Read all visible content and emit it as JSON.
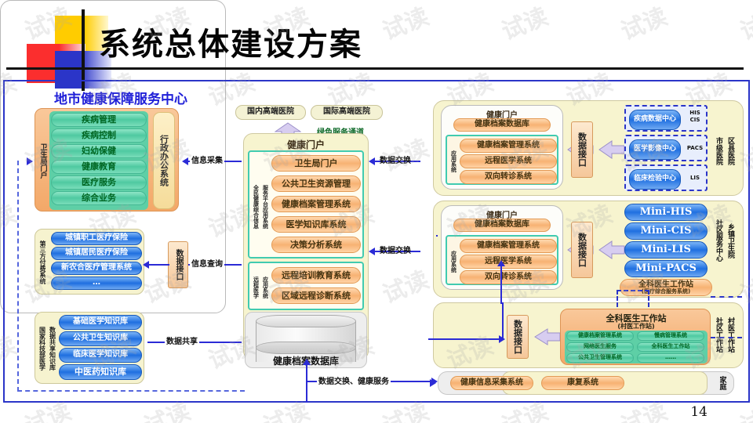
{
  "page": {
    "title": "系统总体建设方案",
    "number": "14",
    "watermark": "试读"
  },
  "center_heading": "地市健康保障服务中心",
  "left": {
    "health_bureau": {
      "vlabel": "卫生局门户",
      "side_label": "行政办公系统",
      "items": [
        "疾病管理",
        "疾病控制",
        "妇幼保健",
        "健康教育",
        "医疗服务",
        "综合业务"
      ]
    },
    "third_party": {
      "vlabel": "第三方付费系统",
      "items": [
        "城镇职工医疗保险",
        "城镇居民医疗保险",
        "新农合医疗管理系统",
        "…"
      ]
    },
    "knowledge": {
      "vlabel_col1": "国家科技部医学",
      "vlabel_col2": "数据共享知识库",
      "items": [
        "基础医学知识库",
        "公共卫生知识库",
        "临床医学知识库",
        "中医药知识库"
      ]
    }
  },
  "top_hospitals": {
    "domestic": "国内高端医院",
    "international": "国际高端医院",
    "green_channel": "绿色服务通道"
  },
  "center": {
    "portal_title": "健康门户",
    "group1_vlabel_col1": "全民健康综合信息",
    "group1_vlabel_col2": "服务平台应用系统",
    "group1_items": [
      "卫生局门户",
      "公共卫生资源管理",
      "健康档案管理系统",
      "医学知识库系统",
      "决策分析系统"
    ],
    "group2_vlabel_col1": "远程医学",
    "group2_vlabel_col2": "应用系统",
    "group2_items": [
      "远程培训教育系统",
      "区域远程诊断系统"
    ],
    "database_label": "健康档案数据库"
  },
  "arrows": {
    "info_collect": "信息采集",
    "info_query": "信息查询",
    "data_share": "数据共享",
    "data_exchange_1": "数据交换",
    "data_exchange_2": "数据交换",
    "data_exchange_3": "数据交换",
    "bottom": "数据交换、健康服务"
  },
  "right_tier1": {
    "portal_title": "健康门户",
    "db_label": "健康档案数据库",
    "app_vlabel": "应用系统",
    "apps": [
      "健康档案管理系统",
      "远程医学系统",
      "双向转诊系统"
    ],
    "interface_label": "数据接口",
    "centers": [
      {
        "name": "疾病数据中心",
        "tag": "HIS\nCIS"
      },
      {
        "name": "医学影像中心",
        "tag": "PACS"
      },
      {
        "name": "临床检验中心",
        "tag": "LIS"
      }
    ],
    "side_vlabel_col1": "市级医院",
    "side_vlabel_col2": "区县医院"
  },
  "right_tier2": {
    "portal_title": "健康门户",
    "db_label": "健康档案数据库",
    "app_vlabel": "应用系统",
    "apps": [
      "健康档案管理系统",
      "远程医学系统",
      "双向转诊系统"
    ],
    "interface_label": "数据接口",
    "minis": [
      "Mini-HIS",
      "Mini-CIS",
      "Mini-LIS",
      "Mini-PACS"
    ],
    "gp_station": "全科医生工作站",
    "gp_station_sub": "(医疗综合服务系统)",
    "side_vlabel_col1": "社区服务中心",
    "side_vlabel_col2": "乡镇卫生院"
  },
  "right_tier3": {
    "interface_label": "数据接口",
    "station_title": "全科医生工作站",
    "station_sub": "(村医工作站)",
    "items": [
      "健康档案管理系统",
      "慢病管理系统",
      "网络医生服务",
      "全科医生工作站",
      "公共卫生管理系统",
      "……"
    ],
    "side_vlabel_col1": "社区工作站",
    "side_vlabel_col2": "村医工作站"
  },
  "bottom_bar": {
    "items": [
      "健康信息采集系统",
      "康复系统"
    ],
    "side_vlabel": "家庭"
  },
  "colors": {
    "accent_blue": "#2b35c8",
    "title_text": "#050505",
    "heading_blue": "#2020d8",
    "green": "#4fc9a1",
    "orange": "#f7b273",
    "cream": "#f6f3cf"
  }
}
